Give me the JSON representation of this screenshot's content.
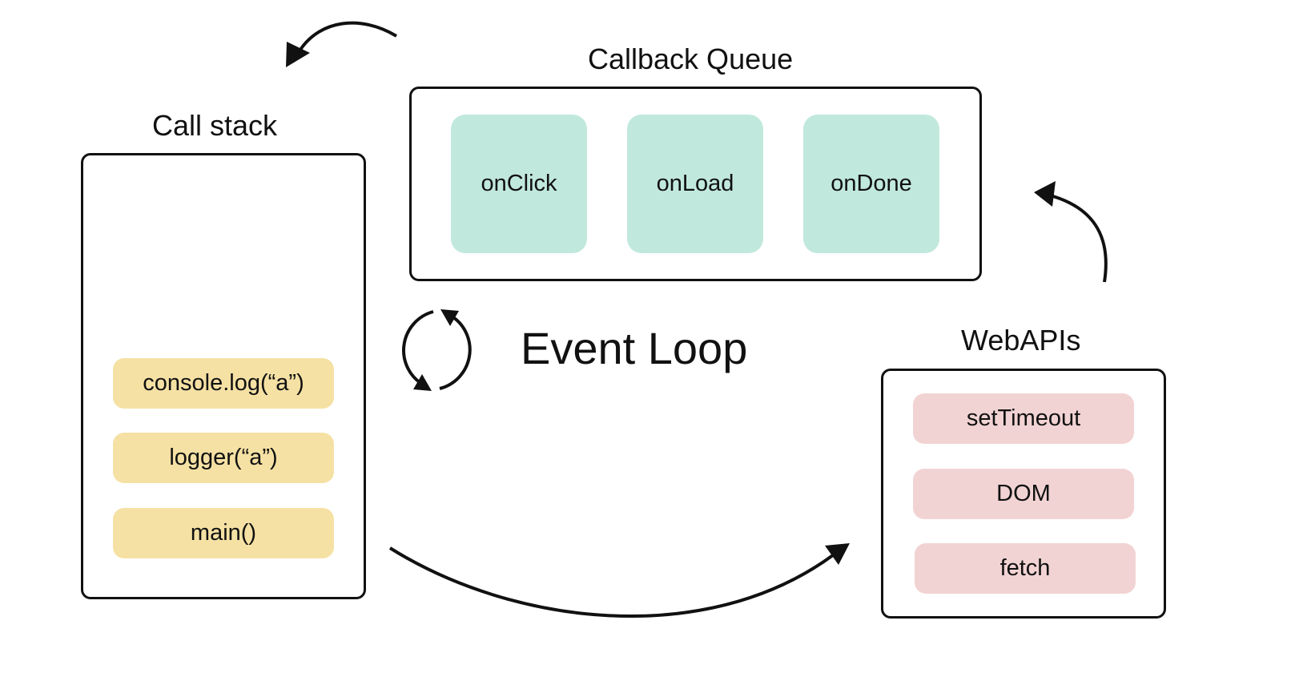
{
  "call_stack": {
    "title": "Call stack",
    "items": [
      "console.log(“a”)",
      "logger(“a”)",
      "main()"
    ]
  },
  "callback_queue": {
    "title": "Callback Queue",
    "items": [
      "onClick",
      "onLoad",
      "onDone"
    ]
  },
  "event_loop": {
    "label": "Event Loop"
  },
  "web_apis": {
    "title": "WebAPIs",
    "items": [
      "setTimeout",
      "DOM",
      "fetch"
    ]
  },
  "colors": {
    "stack_item": "#f5e1a4",
    "queue_item": "#c1e8dd",
    "api_item": "#f2d3d3",
    "stroke": "#111111"
  }
}
